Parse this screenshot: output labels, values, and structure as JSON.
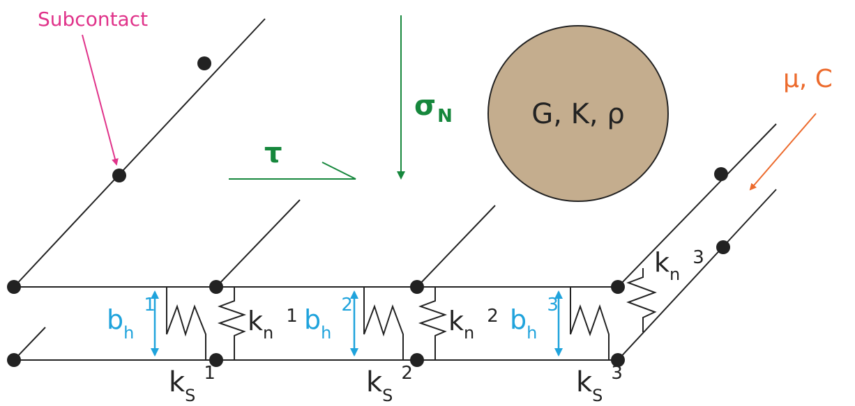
{
  "labels": {
    "subcontact": "Subcontact",
    "sigma": "σ",
    "sigma_sub": "N",
    "tau": "τ",
    "mu_c": "μ, C",
    "block_props": "G, K, ρ",
    "b": "b",
    "b_sub": "h",
    "k": "k",
    "s_sub": "S",
    "n_sub": "n",
    "idx1": "1",
    "idx2": "2",
    "idx3": "3"
  },
  "colors": {
    "line": "#222222",
    "aperture": "#1fa3dc",
    "stress": "#16873c",
    "subcontact": "#e0338a",
    "friction": "#ec6a2c",
    "block_fill": "#c4ad8e"
  }
}
